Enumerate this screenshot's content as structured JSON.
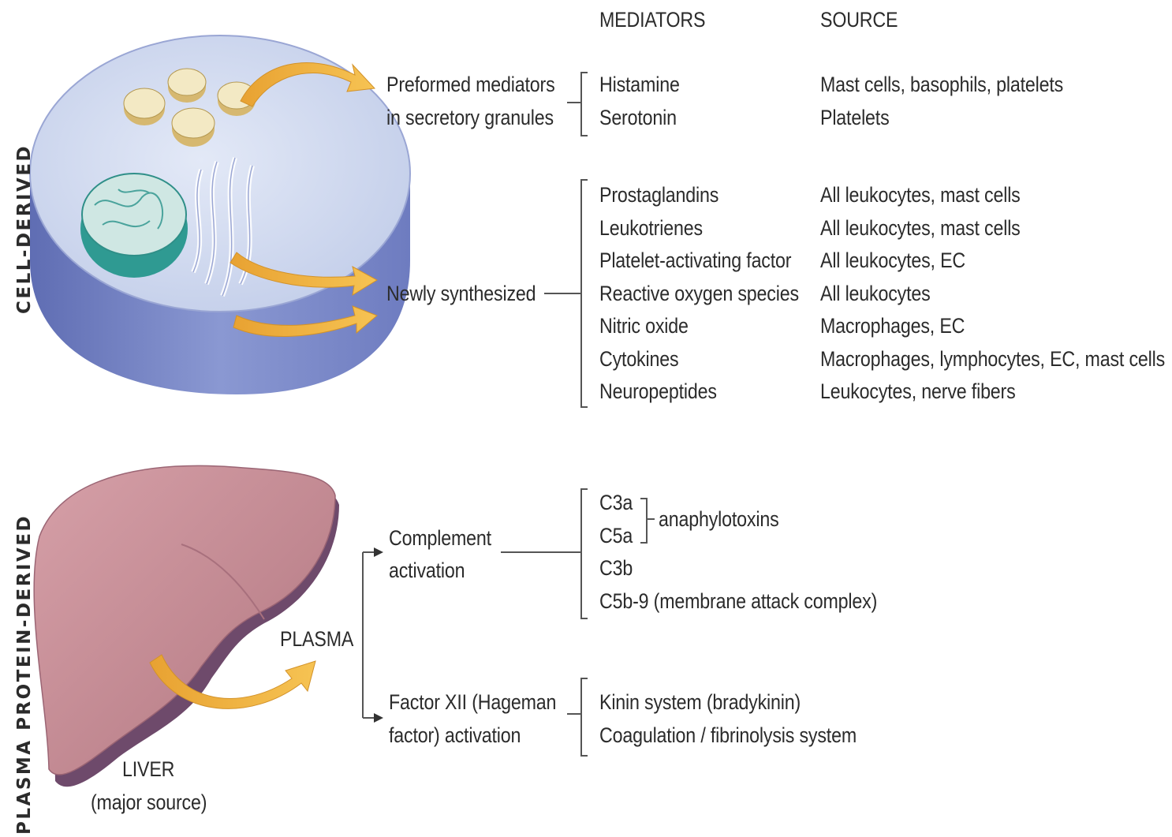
{
  "headers": {
    "mediators": "MEDIATORS",
    "source": "SOURCE"
  },
  "side_labels": {
    "cell_derived": "CELL-DERIVED",
    "plasma_protein_derived": "PLASMA PROTEIN-DERIVED"
  },
  "cell_derived": {
    "preformed": {
      "label_line1": "Preformed mediators",
      "label_line2": "in secretory granules",
      "items": [
        {
          "mediator": "Histamine",
          "source": "Mast cells, basophils, platelets"
        },
        {
          "mediator": "Serotonin",
          "source": "Platelets"
        }
      ]
    },
    "newly": {
      "label": "Newly synthesized",
      "items": [
        {
          "mediator": "Prostaglandins",
          "source": "All leukocytes, mast cells"
        },
        {
          "mediator": "Leukotrienes",
          "source": "All leukocytes, mast cells"
        },
        {
          "mediator": "Platelet-activating factor",
          "source": "All leukocytes, EC"
        },
        {
          "mediator": "Reactive oxygen species",
          "source": "All leukocytes"
        },
        {
          "mediator": "Nitric oxide",
          "source": "Macrophages, EC"
        },
        {
          "mediator": "Cytokines",
          "source": "Macrophages, lymphocytes, EC, mast cells"
        },
        {
          "mediator": "Neuropeptides",
          "source": "Leukocytes, nerve fibers"
        }
      ]
    }
  },
  "plasma_derived": {
    "liver_label": "LIVER",
    "liver_sublabel": "(major source)",
    "plasma_label": "PLASMA",
    "complement": {
      "label_line1": "Complement",
      "label_line2": "activation",
      "items": [
        "C3a",
        "C5a",
        "C3b",
        "C5b-9 (membrane attack complex)"
      ],
      "anaphylatoxins": "anaphylotoxins"
    },
    "factor_xii": {
      "label_line1": "Factor XII (Hageman",
      "label_line2": "factor) activation",
      "items": [
        "Kinin system (bradykinin)",
        "Coagulation / fibrinolysis system"
      ]
    }
  },
  "colors": {
    "cell_top": "#cfd8ef",
    "cell_side": "#7f8ec9",
    "nucleus": "#3aa9a0",
    "granule": "#f3e9c4",
    "liver": "#c48a92",
    "liver_dark": "#7a4e6a",
    "arrow": "#f2b33a"
  }
}
